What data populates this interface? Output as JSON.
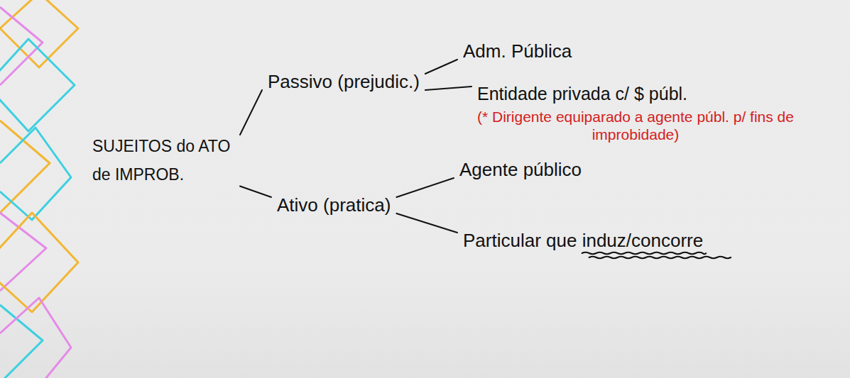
{
  "diagram": {
    "nodes": [
      {
        "text": [
          "SUJEITOS do ATO de IMPROB."
        ]
      },
      {
        "text": [
          "Passivo (prejudic.)"
        ]
      },
      {
        "text": [
          "Adm. Pública"
        ]
      },
      {
        "text": [
          "Entidade privada c/ $ públ."
        ]
      },
      {
        "text": [
          "Ativo (pratica)"
        ]
      },
      {
        "text": [
          "Agente público"
        ]
      },
      {
        "text": [
          "Particular que induz/concorre"
        ]
      }
    ],
    "edges": [
      {
        "from": 0,
        "to": 1,
        "arrow": "none"
      },
      {
        "from": 0,
        "to": 4,
        "arrow": "none"
      },
      {
        "from": 1,
        "to": 2,
        "arrow": "none"
      },
      {
        "from": 1,
        "to": 3,
        "arrow": "none"
      },
      {
        "from": 4,
        "to": 5,
        "arrow": "none"
      },
      {
        "from": 4,
        "to": 6,
        "arrow": "none"
      }
    ],
    "labels": [
      "(* Dirigente equiparado a agente públ. p/ fins de improbidade)"
    ]
  }
}
